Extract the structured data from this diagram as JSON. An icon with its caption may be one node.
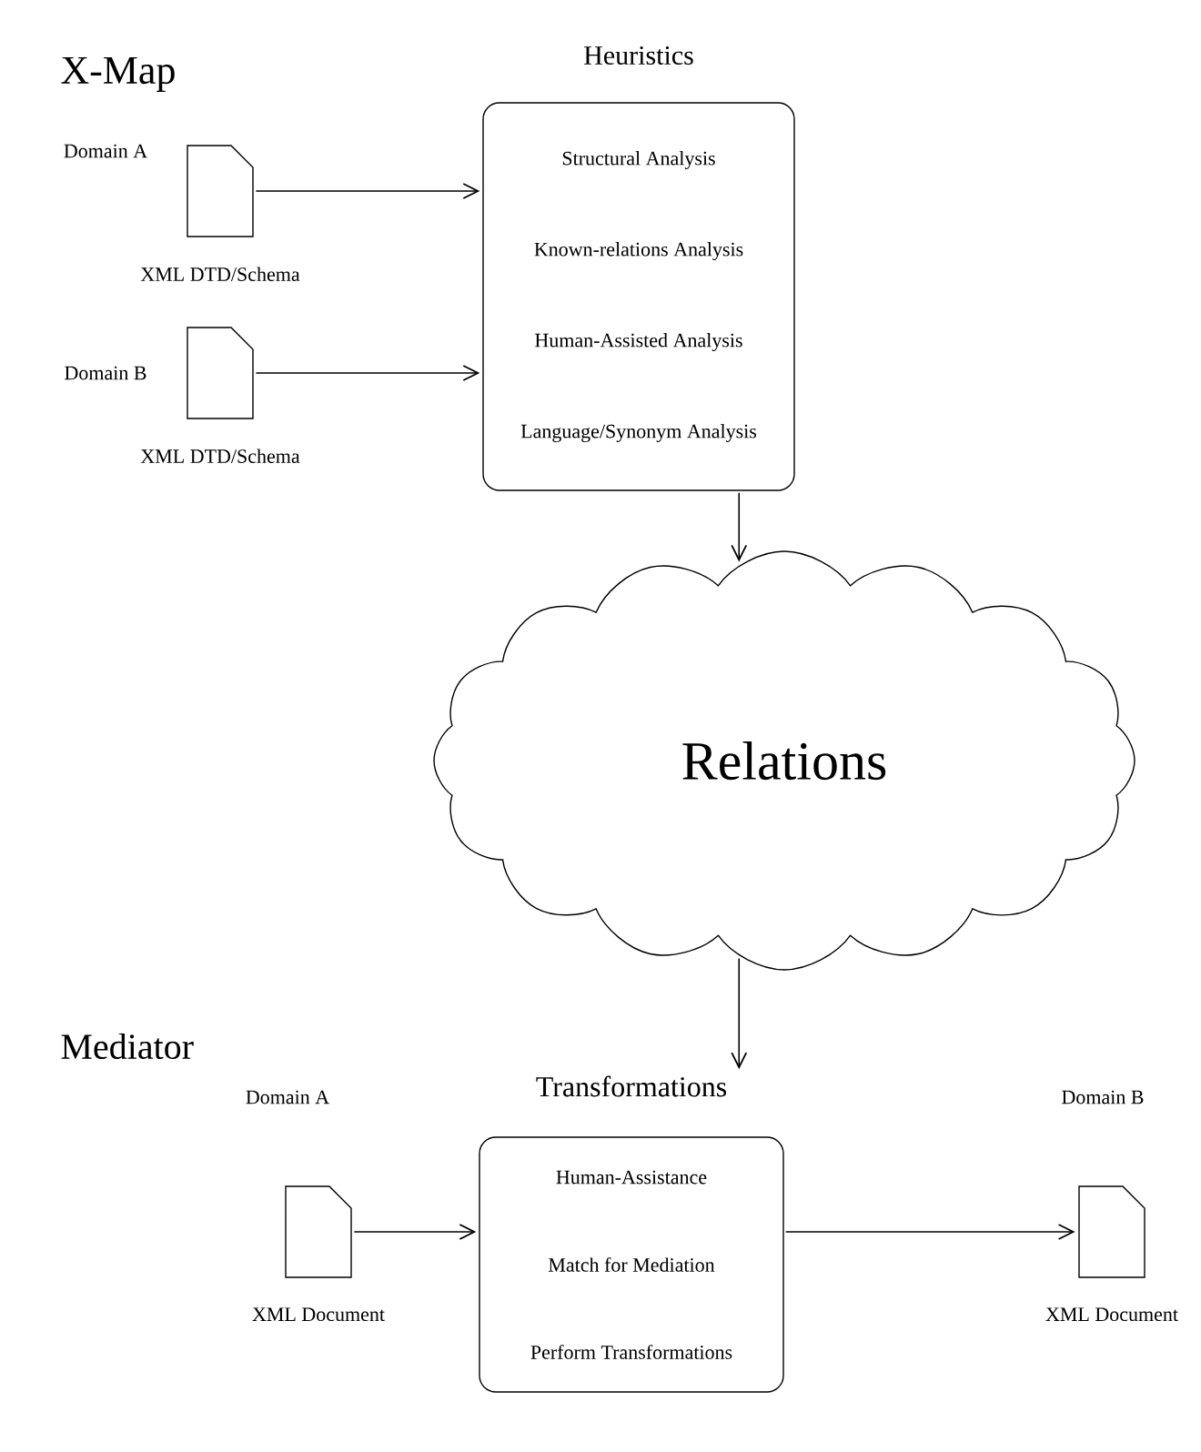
{
  "diagram": {
    "nodes": [
      {
        "text": [
          "XML DTD/Schema"
        ],
        "beside": [
          "Domain A"
        ]
      },
      {
        "text": [
          "XML DTD/Schema"
        ],
        "beside": [
          "Domain B"
        ]
      },
      {
        "text": [
          "Heuristics",
          "Structural Analysis",
          "Known-relations Analysis",
          "Human-Assisted Analysis",
          "Language/Synonym Analysis"
        ]
      },
      {
        "text": [
          "Relations"
        ]
      },
      {
        "text": [
          "XML Document"
        ]
      },
      {
        "text": [
          "Transformations",
          "Human-Assistance",
          "Match for Mediation",
          "Perform Transformations"
        ]
      },
      {
        "text": [
          "XML Document"
        ]
      }
    ],
    "edges": [
      {
        "from": 0,
        "to": 2,
        "arrow": "to"
      },
      {
        "from": 1,
        "to": 2,
        "arrow": "to"
      },
      {
        "from": 2,
        "to": 3,
        "arrow": "to"
      },
      {
        "from": 3,
        "to": 5,
        "arrow": "to"
      },
      {
        "from": 4,
        "to": 5,
        "arrow": "to"
      },
      {
        "from": 5,
        "to": 6,
        "arrow": "to"
      }
    ],
    "labels": [
      "X-Map",
      "Mediator",
      "Domain A",
      "Domain B"
    ]
  }
}
